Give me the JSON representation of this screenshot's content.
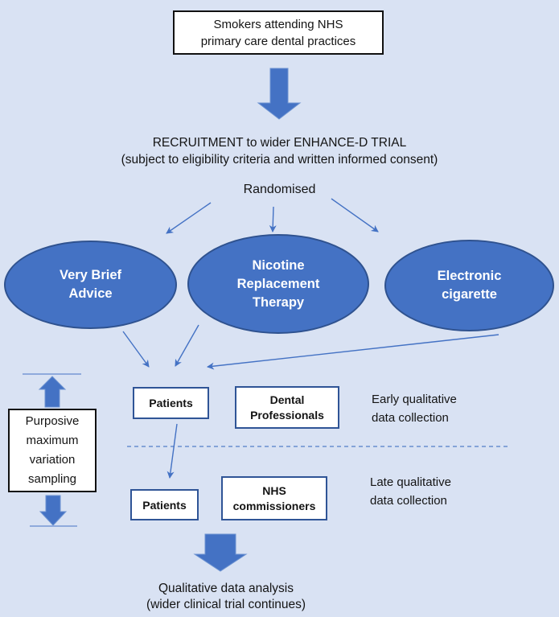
{
  "diagram": {
    "top_box": {
      "line1": "Smokers attending NHS",
      "line2": "primary care dental practices"
    },
    "recruitment": {
      "line1": "RECRUITMENT to wider ENHANCE-D TRIAL",
      "line2": "(subject to eligibility criteria and written informed consent)"
    },
    "randomised_label": "Randomised",
    "arms": {
      "very_brief_advice": {
        "line1": "Very Brief",
        "line2": "Advice"
      },
      "nicotine_replacement_therapy": {
        "line1": "Nicotine",
        "line2": "Replacement",
        "line3": "Therapy"
      },
      "electronic_cigarette": {
        "line1": "Electronic",
        "line2": "cigarette"
      }
    },
    "early_phase": {
      "patients_box": "Patients",
      "professionals_box": {
        "line1": "Dental",
        "line2": "Professionals"
      },
      "label": {
        "line1": "Early qualitative",
        "line2": "data collection"
      }
    },
    "late_phase": {
      "patients_box": "Patients",
      "commissioners_box": {
        "line1": "NHS",
        "line2": "commissioners"
      },
      "label": {
        "line1": "Late qualitative",
        "line2": "data collection"
      }
    },
    "sampling_box": {
      "line1": "Purposive",
      "line2": "maximum",
      "line3": "variation",
      "line4": "sampling"
    },
    "analysis": {
      "line1": "Qualitative data analysis",
      "line2": "(wider clinical trial continues)"
    }
  },
  "colors": {
    "background": "#d9e2f3",
    "shape_fill": "#4472c4",
    "shape_border": "#2f528f",
    "thin_arrow": "#4472c4",
    "navy_box_border": "#2f5496",
    "black_box_border": "#111111",
    "dashed_separator": "#4472c4",
    "stop_line": "#8faadc",
    "text": "#141414",
    "ellipse_text": "#ffffff"
  }
}
